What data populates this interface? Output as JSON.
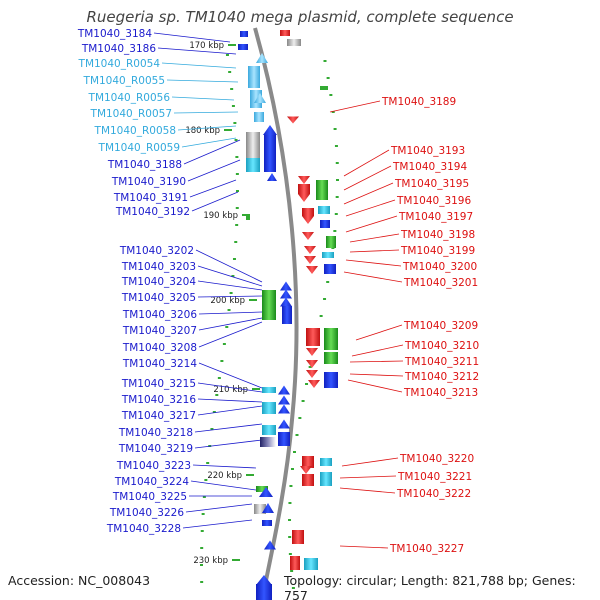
{
  "title": "Ruegeria sp. TM1040 mega plasmid, complete sequence",
  "accession": "Accession: NC_008043",
  "summary": "Topology: circular; Length: 821,788 bp; Genes: 757",
  "colors": {
    "left_label_dark": "#1a1acc",
    "left_label_light": "#33aadd",
    "right_label": "#dd1111",
    "plasmid_line": "#888888",
    "tick_green": "#33aa33"
  },
  "ruler": [
    "170 kbp",
    "180 kbp",
    "190 kbp",
    "200 kbp",
    "210 kbp",
    "220 kbp",
    "230 kbp"
  ],
  "left_genes": [
    {
      "label": "TM1040_3184",
      "tone": "dark"
    },
    {
      "label": "TM1040_3186",
      "tone": "dark"
    },
    {
      "label": "TM1040_R0054",
      "tone": "light"
    },
    {
      "label": "TM1040_R0055",
      "tone": "light"
    },
    {
      "label": "TM1040_R0056",
      "tone": "light"
    },
    {
      "label": "TM1040_R0057",
      "tone": "light"
    },
    {
      "label": "TM1040_R0058",
      "tone": "light"
    },
    {
      "label": "TM1040_R0059",
      "tone": "light"
    },
    {
      "label": "TM1040_3188",
      "tone": "dark"
    },
    {
      "label": "TM1040_3190",
      "tone": "dark"
    },
    {
      "label": "TM1040_3191",
      "tone": "dark"
    },
    {
      "label": "TM1040_3192",
      "tone": "dark"
    },
    {
      "label": "TM1040_3202",
      "tone": "dark"
    },
    {
      "label": "TM1040_3203",
      "tone": "dark"
    },
    {
      "label": "TM1040_3204",
      "tone": "dark"
    },
    {
      "label": "TM1040_3205",
      "tone": "dark"
    },
    {
      "label": "TM1040_3206",
      "tone": "dark"
    },
    {
      "label": "TM1040_3207",
      "tone": "dark"
    },
    {
      "label": "TM1040_3208",
      "tone": "dark"
    },
    {
      "label": "TM1040_3214",
      "tone": "dark"
    },
    {
      "label": "TM1040_3215",
      "tone": "dark"
    },
    {
      "label": "TM1040_3216",
      "tone": "dark"
    },
    {
      "label": "TM1040_3217",
      "tone": "dark"
    },
    {
      "label": "TM1040_3218",
      "tone": "dark"
    },
    {
      "label": "TM1040_3219",
      "tone": "dark"
    },
    {
      "label": "TM1040_3223",
      "tone": "dark"
    },
    {
      "label": "TM1040_3224",
      "tone": "dark"
    },
    {
      "label": "TM1040_3225",
      "tone": "dark"
    },
    {
      "label": "TM1040_3226",
      "tone": "dark"
    },
    {
      "label": "TM1040_3228",
      "tone": "dark"
    }
  ],
  "right_genes": [
    "TM1040_3189",
    "TM1040_3193",
    "TM1040_3194",
    "TM1040_3195",
    "TM1040_3196",
    "TM1040_3197",
    "TM1040_3198",
    "TM1040_3199",
    "TM1040_3200",
    "TM1040_3201",
    "TM1040_3209",
    "TM1040_3210",
    "TM1040_3211",
    "TM1040_3212",
    "TM1040_3213",
    "TM1040_3220",
    "TM1040_3221",
    "TM1040_3222",
    "TM1040_3227"
  ]
}
